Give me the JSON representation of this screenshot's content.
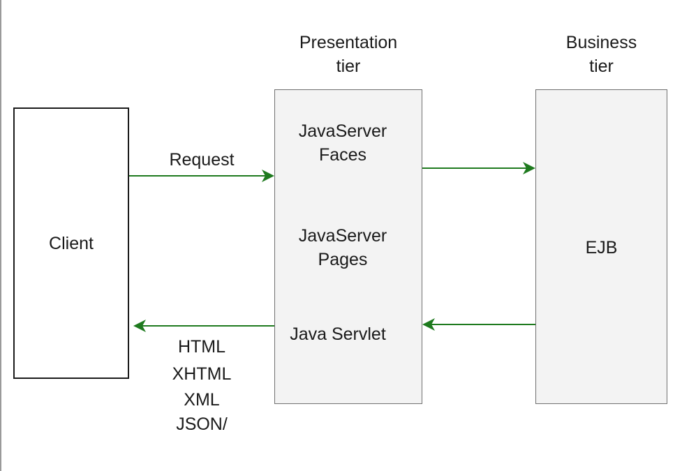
{
  "diagram": {
    "headers": {
      "presentation": "Presentation\ntier",
      "business": "Business\ntier"
    },
    "client_label": "Client",
    "presentation_items": {
      "faces": "JavaServer\nFaces",
      "pages": "JavaServer\nPages",
      "servlet": "Java Servlet"
    },
    "business_label": "EJB",
    "request_label": "Request",
    "response_formats": [
      "HTML",
      "XHTML",
      "XML",
      "JSON/"
    ],
    "arrow_color": "#1e7a1e"
  }
}
